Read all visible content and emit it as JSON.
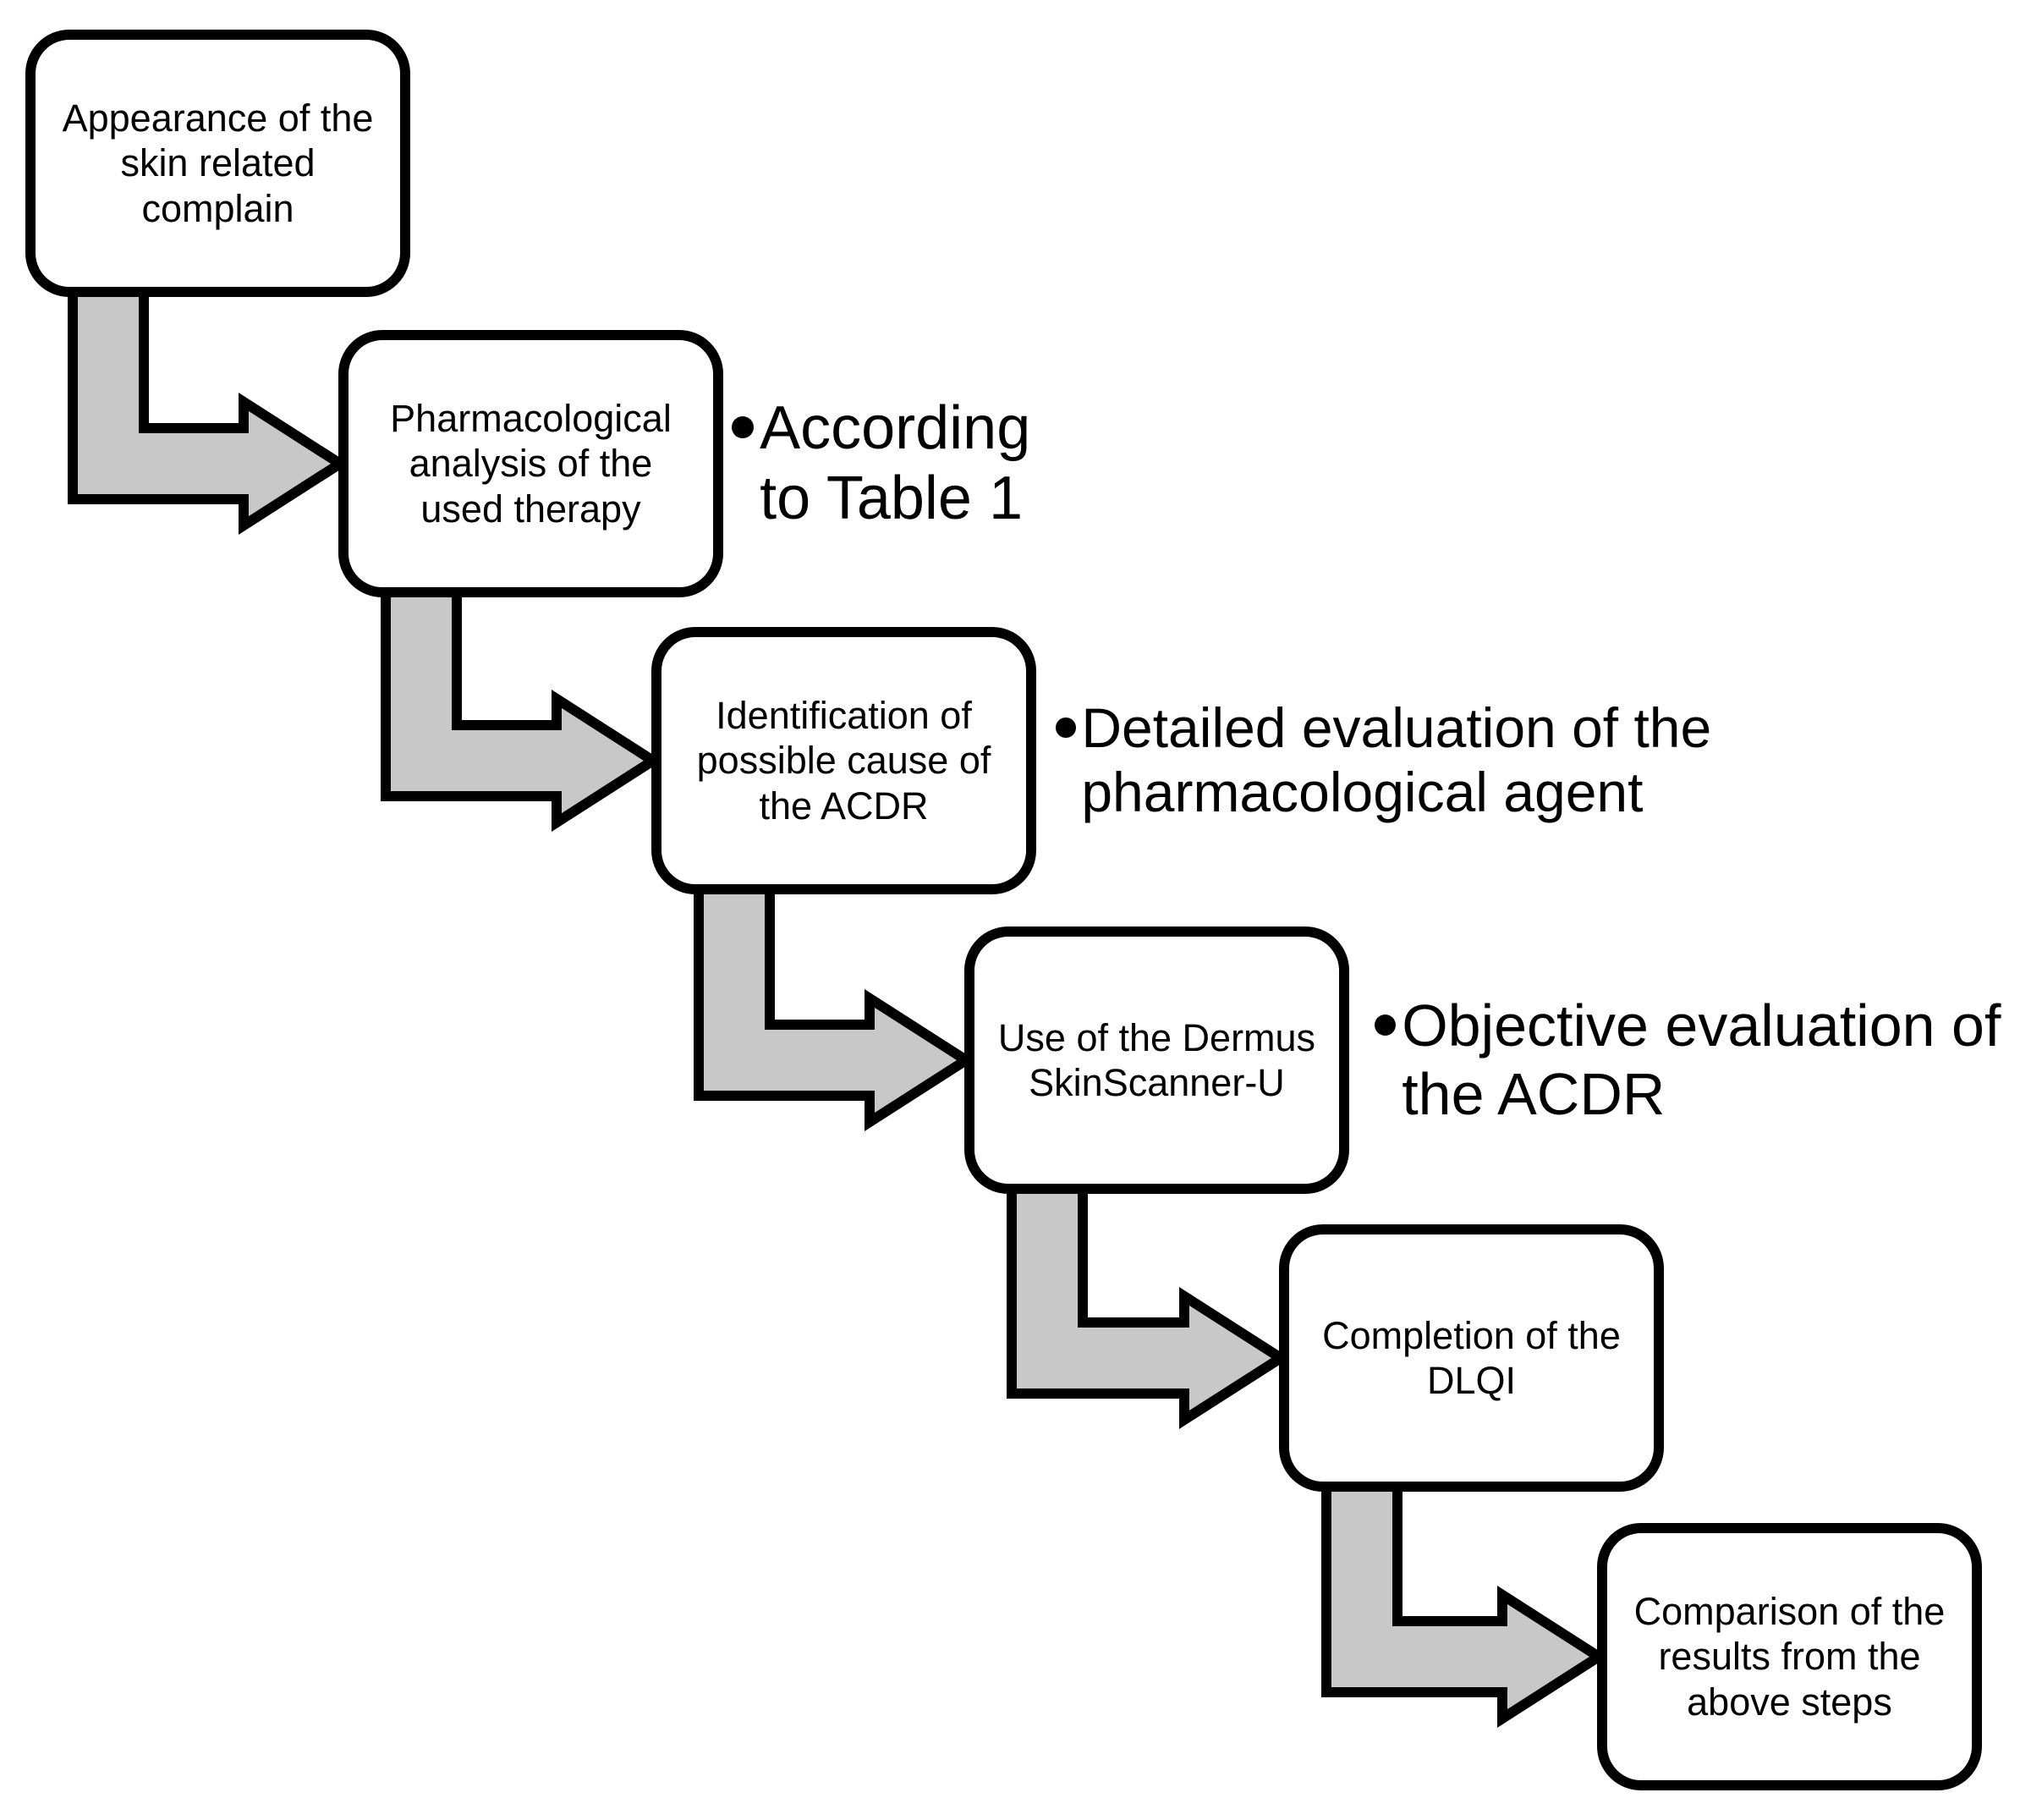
{
  "figure": {
    "type": "step-down-process-flowchart",
    "colors": {
      "arrow_fill": "#c8c8c8",
      "outline": "#000000",
      "box_fill": "#ffffff",
      "text": "#000000"
    },
    "steps": [
      {
        "text": "Appearance of the skin related complain",
        "lines": [
          "Appearance of the",
          "skin related",
          "complain"
        ]
      },
      {
        "text": "Pharmacological analysis of the used therapy",
        "lines": [
          "Pharmacological",
          "analysis of the",
          "used therapy"
        ]
      },
      {
        "text": "Identification of possible cause of the ACDR",
        "lines": [
          "Identification of",
          "possible cause of",
          "the ACDR"
        ]
      },
      {
        "text": "Use of the Dermus SkinScanner-U",
        "lines": [
          "Use of the Dermus",
          "SkinScanner-U"
        ]
      },
      {
        "text": "Completion of the DLQI",
        "lines": [
          "Completion of the",
          "DLQI"
        ]
      },
      {
        "text": "Comparison of the results from the above steps",
        "lines": [
          "Comparison of the",
          "results from the",
          "above steps"
        ]
      }
    ],
    "annotations": [
      {
        "bullet": "•",
        "text": "According to Table 1",
        "lines": [
          "According",
          "to Table 1"
        ]
      },
      {
        "bullet": "•",
        "text": "Detailed evaluation of the pharmacological agent",
        "lines": [
          "Detailed evaluation of the",
          "pharmacological agent"
        ]
      },
      {
        "bullet": "•",
        "text": "Objective evaluation of the ACDR",
        "lines": [
          "Objective evaluation of",
          "the ACDR"
        ]
      }
    ]
  }
}
